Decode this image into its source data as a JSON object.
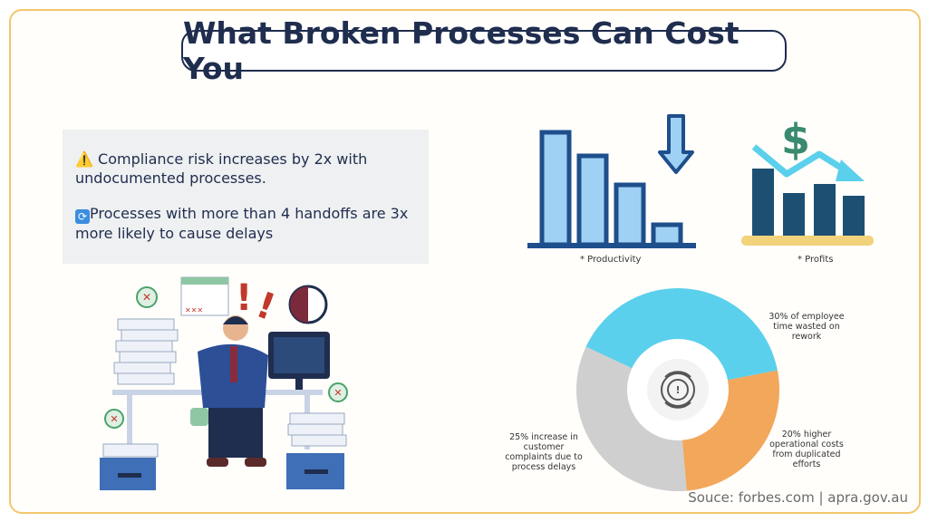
{
  "title": "What Broken Processes Can Cost You",
  "info": {
    "line1_icon": "warning-icon",
    "line1": "Compliance risk increases by 2x with undocumented processes.",
    "line2_icon": "repeat-icon",
    "line2": "Processes with more than 4 handoffs are 3x more likely to cause delays"
  },
  "productivity_chart": {
    "caption": "* Productivity"
  },
  "profits_chart": {
    "caption": "* Profits"
  },
  "donut": {
    "segments": [
      {
        "label": "30% of employee time wasted on rework",
        "value": 30,
        "color": "#5bd0ec"
      },
      {
        "label": "20% higher operational costs from duplicated efforts",
        "value": 20,
        "color": "#f2a75a"
      },
      {
        "label": "25% increase in customer complaints due to process delays",
        "value": 25,
        "color": "#cfcfcf"
      }
    ],
    "center_icon": "process-gear-icon"
  },
  "source": "Souce: forbes.com | apra.gov.au",
  "colors": {
    "navy": "#1f2d4e",
    "blue_dark": "#1e4f8c",
    "blue_light": "#9fd1f5",
    "accent": "#f2c66d"
  }
}
